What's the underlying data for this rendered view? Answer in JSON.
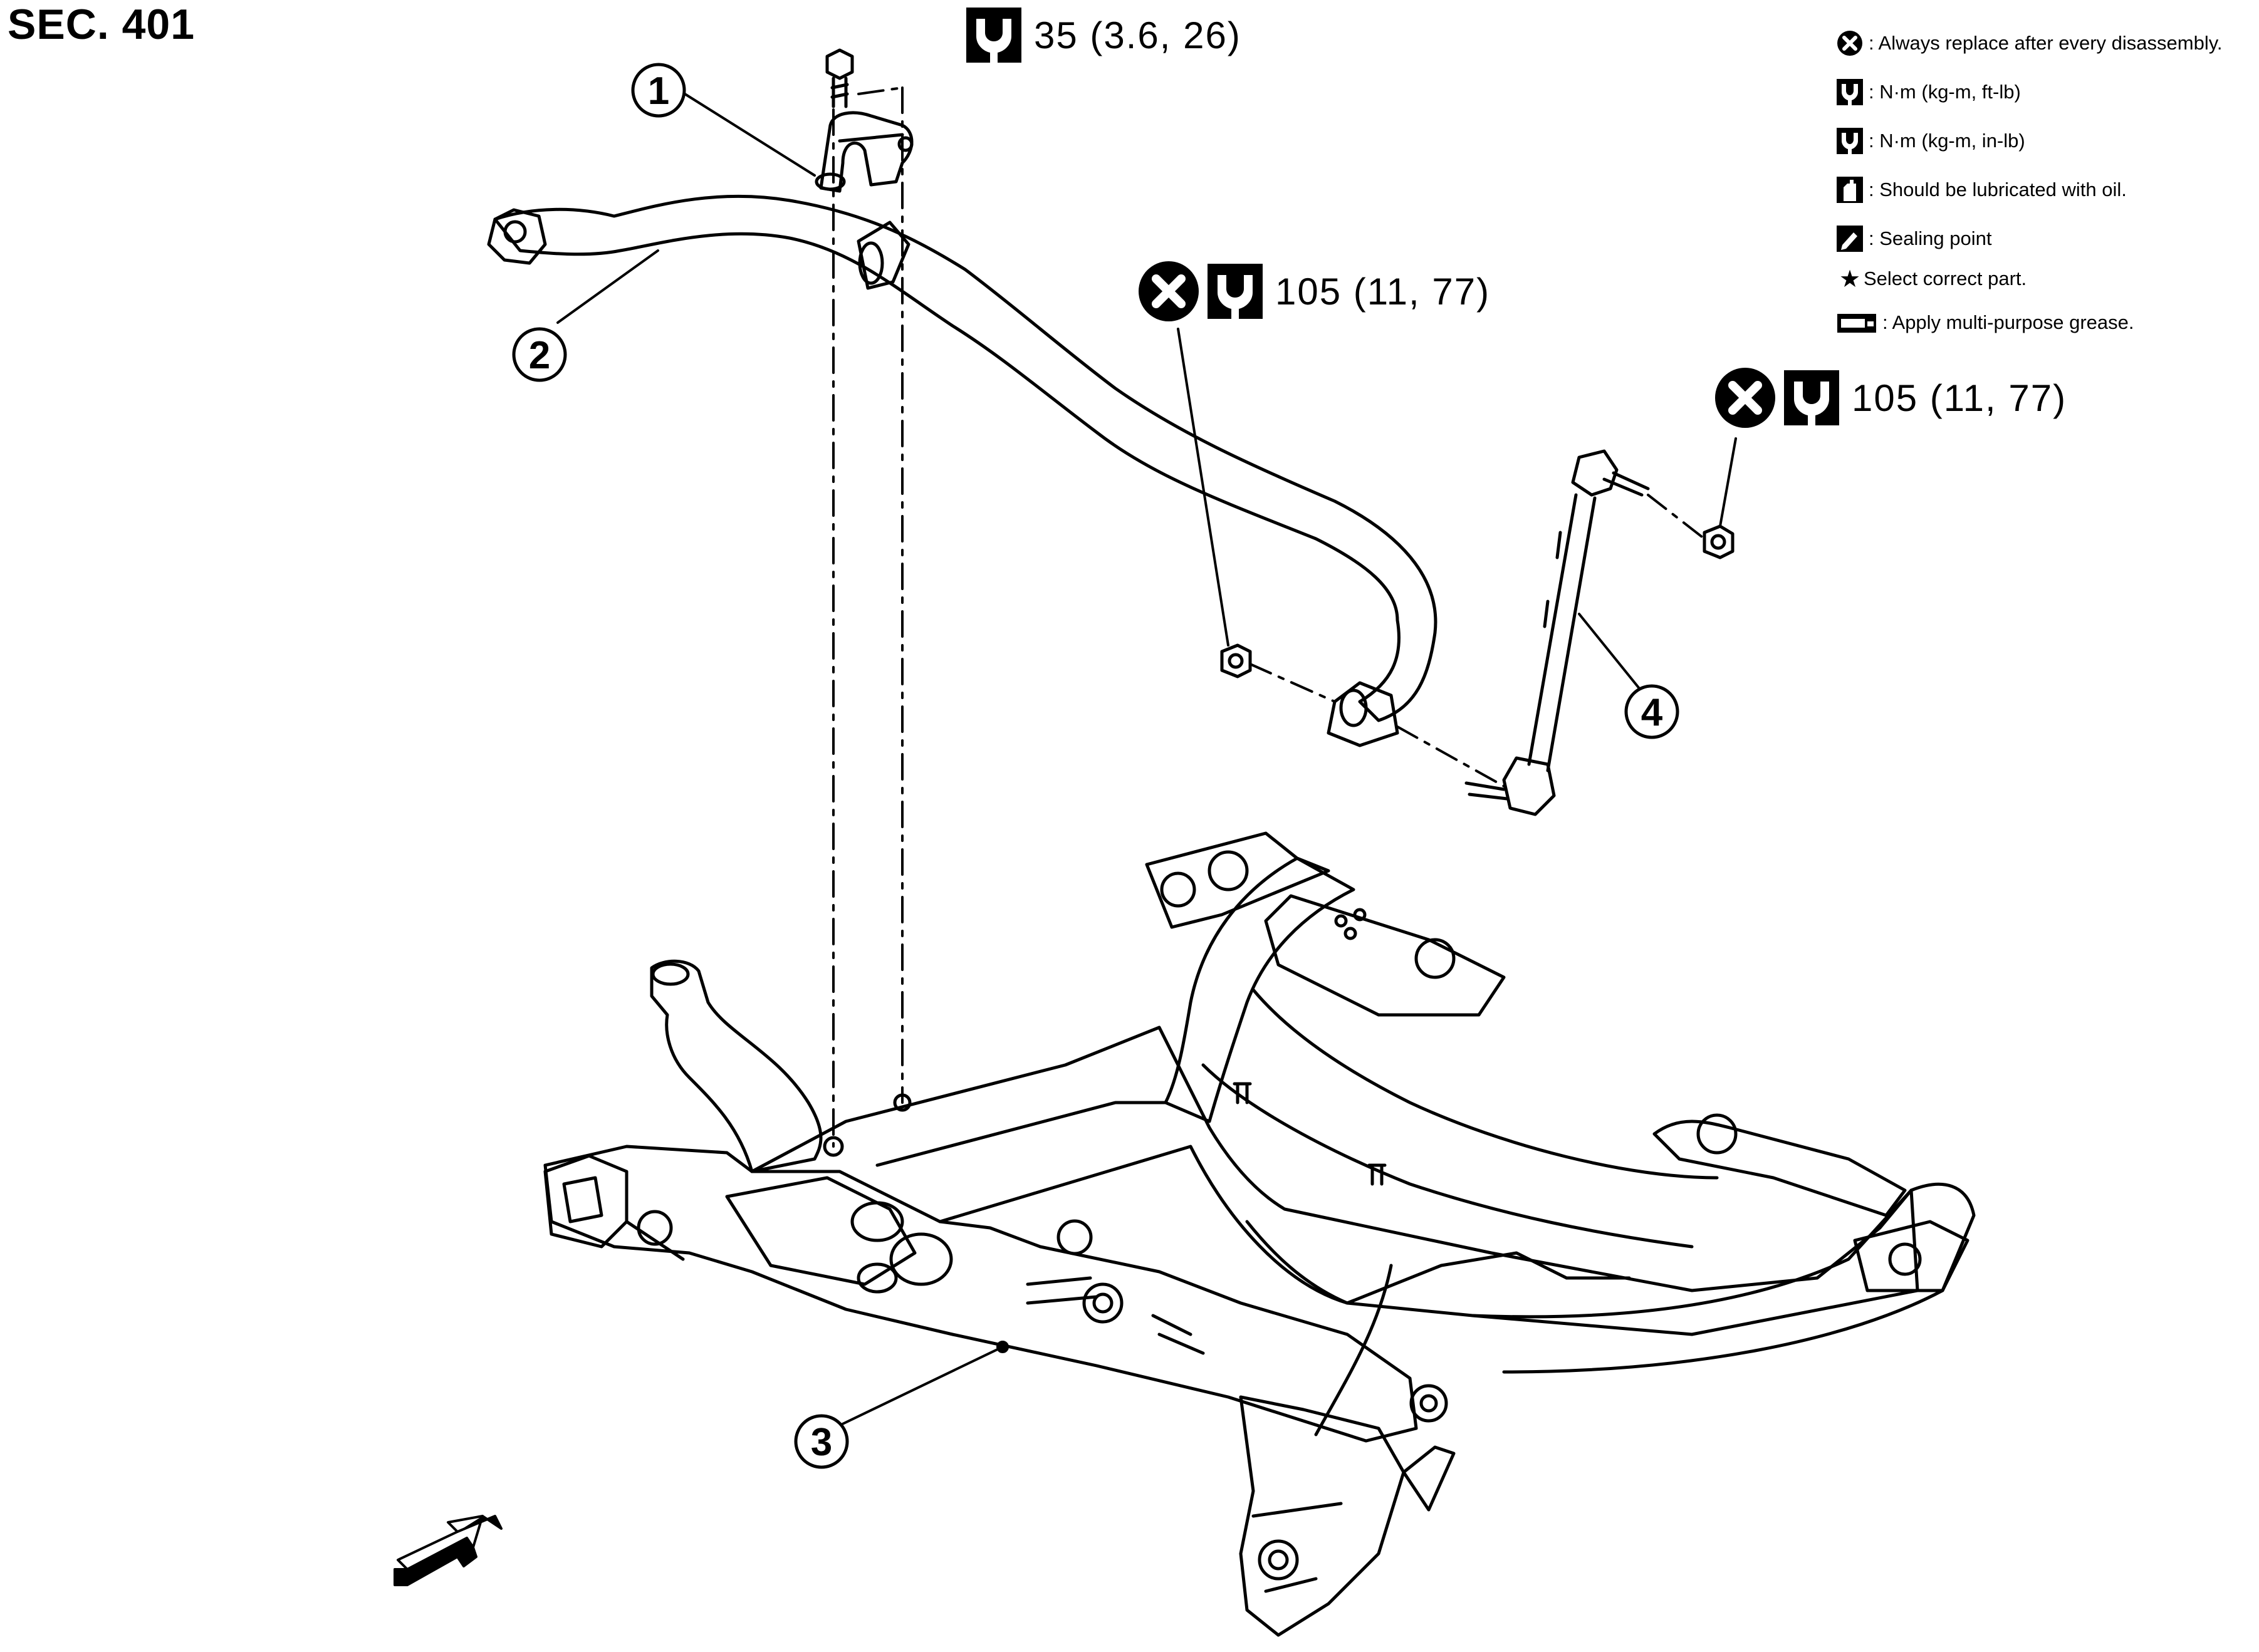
{
  "section_title": "SEC. 401",
  "torque_labels": {
    "bracket_bolt": "35 (3.6, 26)",
    "bar_nut": "105 (11, 77)",
    "link_nut": "105 (11, 77)"
  },
  "callouts": [
    "1",
    "2",
    "3",
    "4"
  ],
  "legend": [
    {
      "icon": "always-replace-icon",
      "text": ": Always replace after every disassembly."
    },
    {
      "icon": "torque-ftlb-icon",
      "text": ": N·m (kg-m, ft-lb)"
    },
    {
      "icon": "torque-inlb-icon",
      "text": ": N·m (kg-m, in-lb)"
    },
    {
      "icon": "oil-can-icon",
      "text": ": Should be lubricated with oil."
    },
    {
      "icon": "sealing-point-icon",
      "text": ": Sealing point"
    },
    {
      "icon": "star-icon",
      "text": "Select correct part."
    },
    {
      "icon": "grease-icon",
      "text": ": Apply multi-purpose grease."
    }
  ],
  "colors": {
    "ink": "#000000",
    "paper": "#ffffff"
  }
}
